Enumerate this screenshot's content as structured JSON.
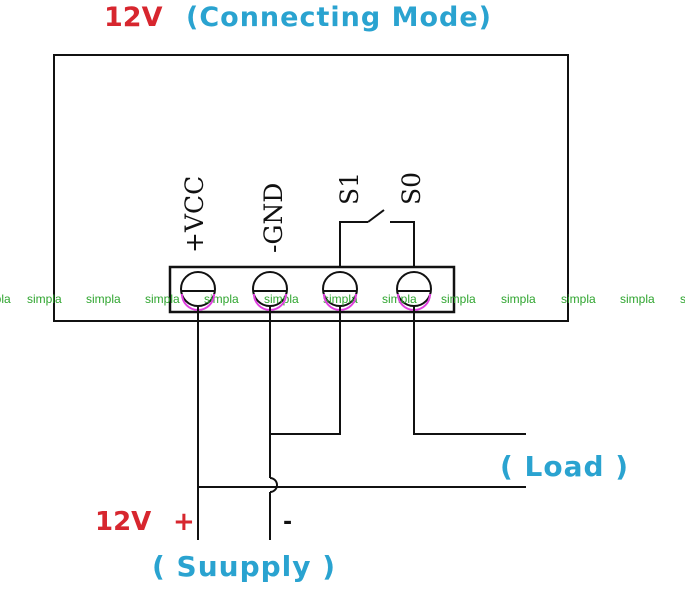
{
  "title": {
    "voltage": "12V",
    "mode": "(Connecting Mode)"
  },
  "pins": [
    {
      "label": "+VCC"
    },
    {
      "label": "-GND"
    },
    {
      "label": "S1"
    },
    {
      "label": "S0"
    }
  ],
  "load_label": "( Load )",
  "supply": {
    "voltage": "12V",
    "plus": "+",
    "minus": "-",
    "label": "( Suupply )"
  },
  "watermark": {
    "text": "simpla",
    "color": "#2fa52f",
    "highlight_color": "#e040e0"
  },
  "colors": {
    "red": "#d7262e",
    "blue": "#2aa3d0",
    "line": "#111111"
  }
}
